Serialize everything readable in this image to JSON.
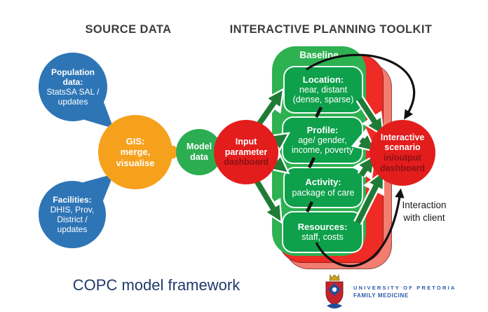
{
  "headings": {
    "source": "SOURCE DATA",
    "toolkit": "INTERACTIVE PLANNING TOOLKIT"
  },
  "title": "COPC model framework",
  "nodes": {
    "population": {
      "bold": "Population data:",
      "text": "StatsSA SAL / updates"
    },
    "facilities": {
      "bold": "Facilities:",
      "text": "DHIS, Prov, District / updates"
    },
    "gis": {
      "bold": "GIS:",
      "text": "merge, visualise"
    },
    "model": {
      "text": "Model data"
    },
    "input": {
      "bold": "Input parameter",
      "light": "dashboard"
    },
    "scenario": {
      "bold": "Interactive scenario",
      "light": "in/output dashboard"
    }
  },
  "toolkit_panel": {
    "baseline": "Baseline",
    "boxes": [
      {
        "title": "Location:",
        "line1": "near, distant",
        "line2": "(dense, sparse)"
      },
      {
        "title": "Profile:",
        "line1": "age/ gender,",
        "line2": "income, poverty"
      },
      {
        "title": "Activity:",
        "line1": "package of care",
        "line2": ""
      },
      {
        "title": "Resources:",
        "line1": "staff, costs",
        "line2": ""
      }
    ]
  },
  "annotations": {
    "interaction_line1": "Interaction",
    "interaction_line2": "with client"
  },
  "logo": {
    "university": "UNIVERSITY OF PRETORIA",
    "department": "FAMILY MEDICINE"
  },
  "colors": {
    "blue": "#2e75b6",
    "orange": "#f6a11c",
    "green": "#2db151",
    "inner_green": "#0ea04b",
    "dark_green_arrow": "#1e7c36",
    "red": "#e31c1c",
    "bright_red_layer": "#ee2b24",
    "salmon_layer": "#f37d70",
    "dark_red_text": "#8b1212",
    "heading_gray": "#3d3d3d",
    "title_blue": "#21396b",
    "logo_blue": "#2a5caa"
  }
}
